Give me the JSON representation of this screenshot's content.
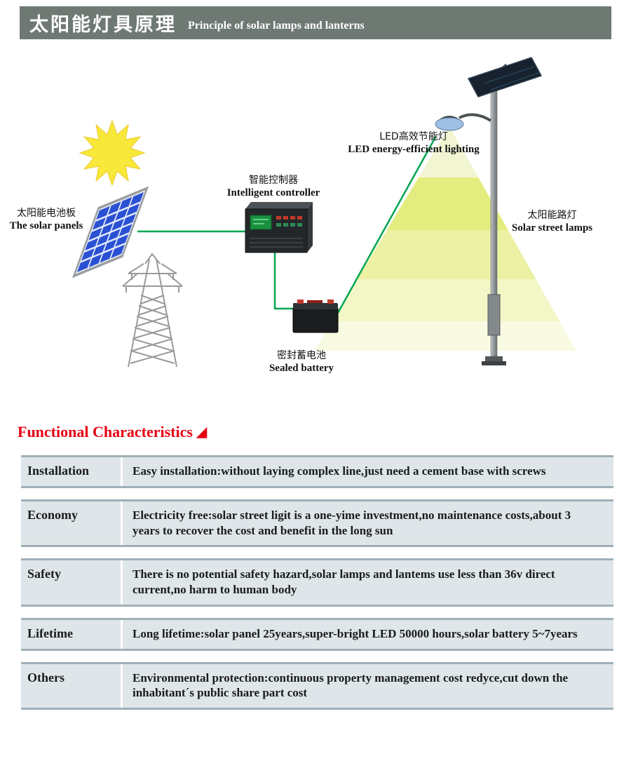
{
  "header": {
    "title_zh": "太阳能灯具原理",
    "title_en": "Principle of solar lamps and lanterns"
  },
  "diagram": {
    "solar_panels": {
      "zh": "太阳能电池板",
      "en": "The solar panels"
    },
    "controller": {
      "zh": "智能控制器",
      "en": "Intelligent controller"
    },
    "led": {
      "zh": "LED高效节能灯",
      "en": "LED energy-efficient lighting"
    },
    "street_lamps": {
      "zh": "太阳能路灯",
      "en": "Solar street lamps"
    },
    "battery": {
      "zh": "密封蓄电池",
      "en": "Sealed battery"
    }
  },
  "section": {
    "title": "Functional Characteristics",
    "marker": "◢"
  },
  "table": {
    "rows": [
      {
        "label": "Installation",
        "text": "Easy installation:without laying complex line,just need a cement base with screws"
      },
      {
        "label": "Economy",
        "text": "Electricity free:solar street ligit is a one-yime investment,no maintenance costs,about 3 years to recover the cost and benefit in the long sun"
      },
      {
        "label": "Safety",
        "text": "There is no potential safety hazard,solar lamps and lantems use less than 36v direct current,no harm to human body"
      },
      {
        "label": "Lifetime",
        "text": "Long lifetime:solar panel 25years,super-bright LED 50000 hours,solar battery 5~7years"
      },
      {
        "label": "Others",
        "text": "Environmental protection:continuous property management cost redyce,cut down the inhabitant´s public share part cost"
      }
    ]
  },
  "colors": {
    "header_bg": "#6f7973",
    "row_bg": "#dfe6e9",
    "row_border": "#9fb0b7",
    "accent_red": "#e60012",
    "wire_green": "#00a651",
    "cone_yellow": "#e3ed7f",
    "panel_blue": "#2a51d4",
    "sun_yellow": "#f8e839"
  }
}
